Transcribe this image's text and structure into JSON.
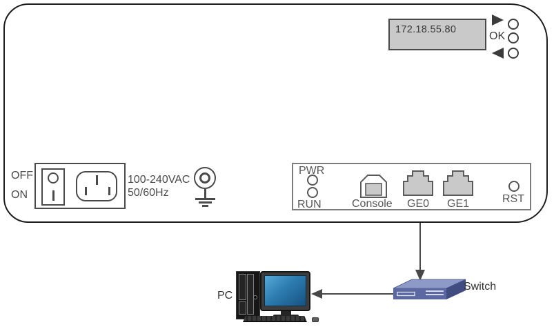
{
  "device": {
    "lcd": {
      "ip_address": "172.18.55.80"
    },
    "nav": {
      "ok_label": "OK"
    },
    "power": {
      "off_label": "OFF",
      "on_label": "ON",
      "voltage_label": "100-240VAC",
      "frequency_label": "50/60Hz"
    },
    "io_panel": {
      "pwr_led_label": "PWR",
      "run_led_label": "RUN",
      "console_port_label": "Console",
      "ge0_port_label": "GE0",
      "ge1_port_label": "GE1",
      "reset_button_label": "RST"
    }
  },
  "topology": {
    "pc_label": "PC",
    "switch_label": "Switch"
  },
  "colors": {
    "lcd_background": "#c9c9c9",
    "port_fill": "#c9c9c9",
    "outline": "#4a4a4a",
    "switch_front": "#5c68a2",
    "switch_top": "#8d99c7",
    "switch_side": "#414d80",
    "monitor_screen_top": "#57aad8",
    "monitor_screen_bottom": "#165280",
    "connection_line": "#484848"
  }
}
